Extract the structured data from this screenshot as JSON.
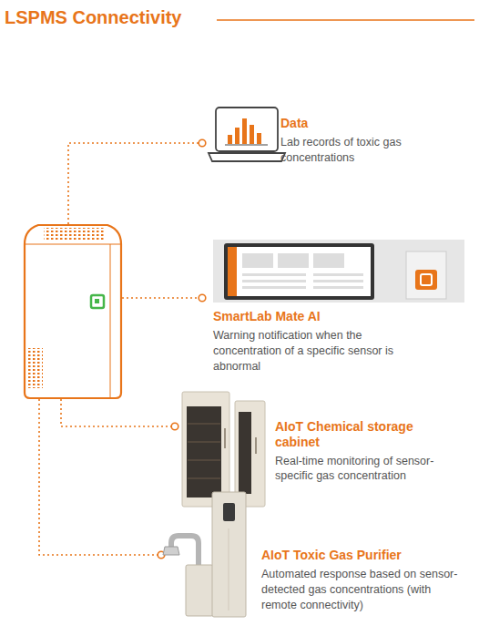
{
  "diagram": {
    "title": "LSPMS Connectivity",
    "nodes": [
      {
        "text": [
          "Data",
          "Lab records of toxic gas concentrations"
        ]
      },
      {
        "text": [
          "SmartLab Mate AI",
          "Warning notification when the concentration of a specific sensor is abnormal"
        ]
      },
      {
        "text": [
          "AIoT Chemical storage cabinet",
          "Real-time monitoring of sensor-specific gas concentration"
        ]
      },
      {
        "text": [
          "AIoT Toxic Gas Purifier",
          "Automated response based on sensor-detected gas concentrations (with remote connectivity)"
        ]
      }
    ]
  }
}
